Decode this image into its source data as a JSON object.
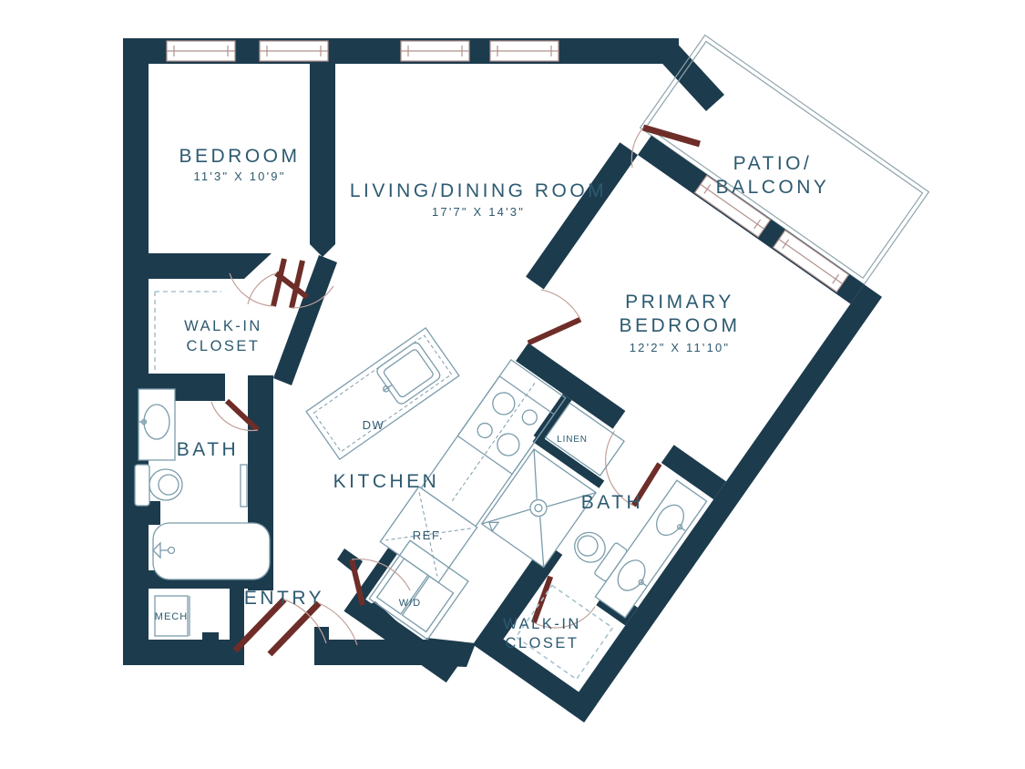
{
  "floorplan": {
    "rooms": {
      "bedroom": {
        "name": "BEDROOM",
        "dims": "11'3\" X 10'9\""
      },
      "living": {
        "name": "LIVING/DINING ROOM",
        "dims": "17'7\" X 14'3\""
      },
      "patio": {
        "line1": "PATIO/",
        "line2": "BALCONY"
      },
      "primary": {
        "line1": "PRIMARY",
        "line2": "BEDROOM",
        "dims": "12'2\" X 11'10\""
      },
      "walkin1": {
        "line1": "WALK-IN",
        "line2": "CLOSET"
      },
      "walkin2": {
        "line1": "WALK-IN",
        "line2": "CLOSET"
      },
      "bath1": {
        "name": "BATH"
      },
      "bath2": {
        "name": "BATH"
      },
      "kitchen": {
        "name": "KITCHEN"
      },
      "entry": {
        "name": "ENTRY"
      },
      "mech": {
        "name": "MECH"
      },
      "linen": {
        "name": "LINEN"
      },
      "dw": {
        "name": "DW"
      },
      "ref": {
        "name": "REF."
      },
      "wd": {
        "name": "W/D"
      }
    },
    "colors": {
      "wall": "#1c3b4d",
      "door": "#6e2d28",
      "fixture": "#7b9cab",
      "window": "#b2928e",
      "text": "#2d5a70"
    }
  }
}
